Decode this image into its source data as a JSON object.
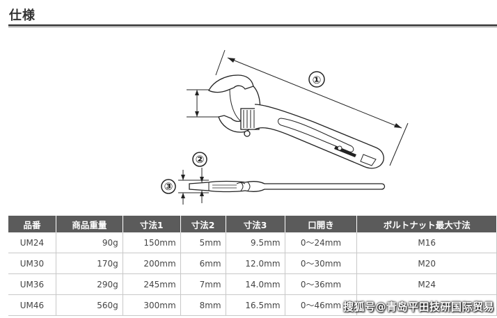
{
  "section": {
    "title": "仕様"
  },
  "diagram": {
    "labels": [
      "①",
      "②",
      "③"
    ]
  },
  "table": {
    "headers": [
      "品番",
      "商品重量",
      "寸法1",
      "寸法2",
      "寸法3",
      "口開き",
      "ボルトナット最大寸法"
    ],
    "rows": [
      [
        "UM24",
        "90g",
        "150mm",
        "5mm",
        "9.5mm",
        "0〜24mm",
        "M16"
      ],
      [
        "UM30",
        "170g",
        "200mm",
        "6mm",
        "12.0mm",
        "0〜30mm",
        "M20"
      ],
      [
        "UM36",
        "290g",
        "245mm",
        "7mm",
        "14.0mm",
        "0〜36mm",
        "M24"
      ],
      [
        "UM46",
        "560g",
        "300mm",
        "8mm",
        "16.5mm",
        "0〜46mm",
        "M30"
      ]
    ]
  },
  "watermark": {
    "text": "搜狐号@青岛平田技研国际贸易"
  }
}
